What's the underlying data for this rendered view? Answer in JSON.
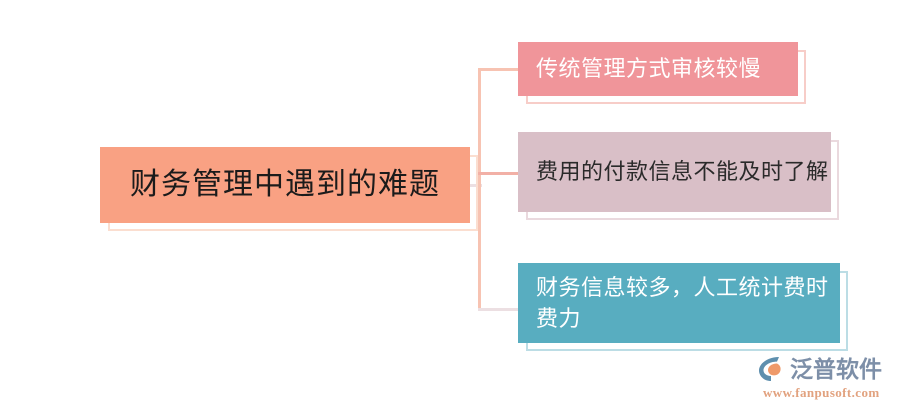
{
  "diagram": {
    "title": "财务管理中遇到的难题",
    "root": {
      "label": "财务管理中遇到的难题",
      "color": "#f9a183"
    },
    "branches": [
      {
        "label": "传统管理方式审核较慢",
        "color": "#f0959a",
        "text_color": "#ffffff"
      },
      {
        "label": "费用的付款信息不能及时了解",
        "color": "#d9bfc7",
        "text_color": "#2a2a2a"
      },
      {
        "label": "财务信息较多，人工统计费时费力",
        "color": "#58adc0",
        "text_color": "#ffffff"
      }
    ],
    "connector_color": "#f7c3b2"
  },
  "watermark": {
    "brand": "泛普软件",
    "url": "www.fanpusoft.com",
    "brand_color": "#7d8fa8",
    "url_color": "#e2a27f",
    "mark_icon": "fanpu-logo-icon"
  }
}
